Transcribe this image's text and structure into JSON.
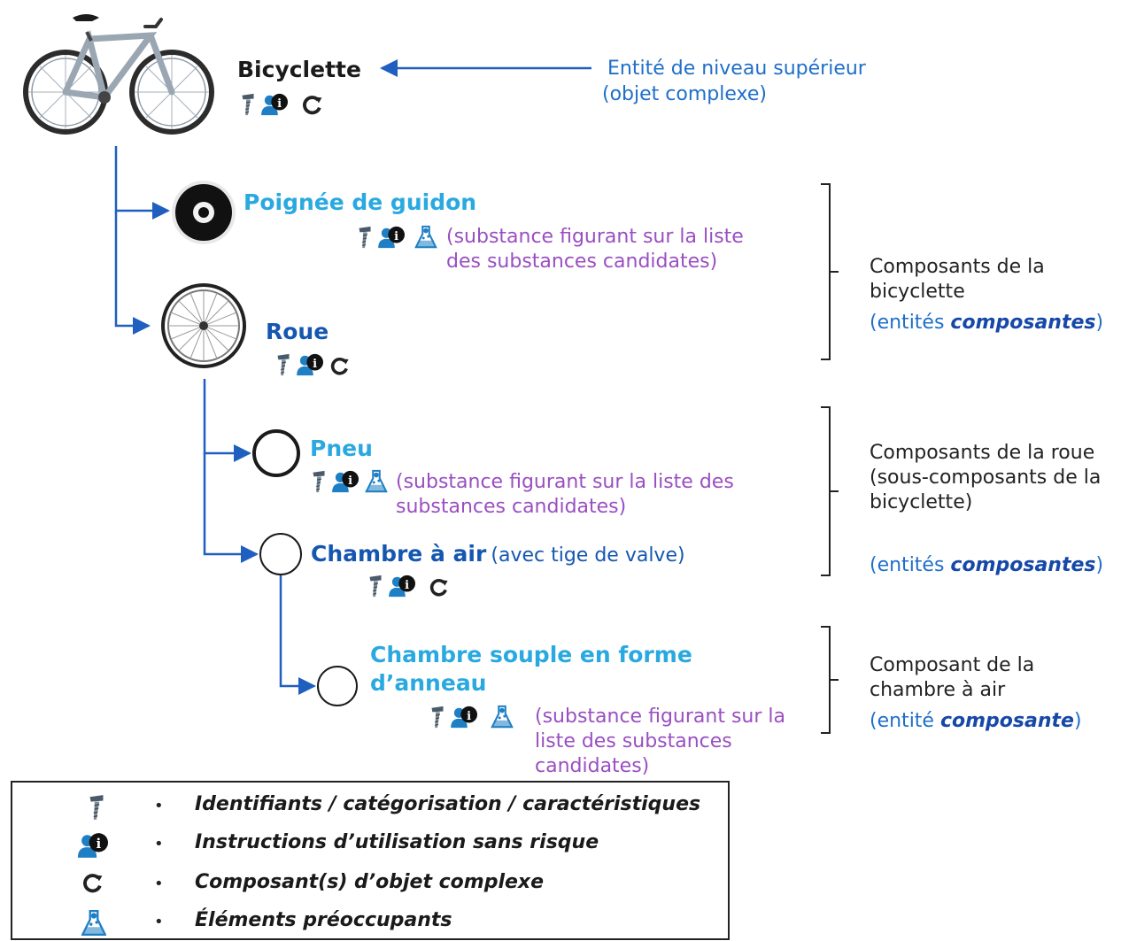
{
  "nodes": {
    "bicycle": {
      "title": "Bicyclette"
    },
    "grip": {
      "title": "Poignée de guidon",
      "note": "(substance figurant sur la liste des substances candidates)"
    },
    "wheel": {
      "title": "Roue"
    },
    "tyre": {
      "title": "Pneu",
      "note": "(substance figurant sur la liste des substances candidates)"
    },
    "tube": {
      "title": "Chambre à air",
      "title_suffix": "(avec tige de valve)"
    },
    "ring": {
      "title_line1": "Chambre souple en forme",
      "title_line2": "d’anneau",
      "note": "(substance figurant sur la liste des substances candidates)"
    }
  },
  "top_annotation": {
    "line1": "Entité de niveau supérieur",
    "line2": "(objet complexe)"
  },
  "groups": [
    {
      "text": "Composants de la bicyclette",
      "sub_prefix": "(entités ",
      "sub_emph": "composantes",
      "sub_suffix": ")"
    },
    {
      "text": "Composants de la roue (sous-composants de la bicyclette)",
      "sub_prefix": "(entités ",
      "sub_emph": "composantes",
      "sub_suffix": ")"
    },
    {
      "text": "Composant de la chambre à air",
      "sub_prefix": "(entité ",
      "sub_emph": "composante",
      "sub_suffix": ")"
    }
  ],
  "legend": [
    {
      "icon": "screw-icon",
      "bullet": "•",
      "label": "Identifiants / catégorisation / caractéristiques"
    },
    {
      "icon": "user-info-icon",
      "bullet": "•",
      "label": "Instructions d’utilisation sans risque"
    },
    {
      "icon": "component-icon",
      "bullet": "•",
      "label": "Composant(s) d’objet complexe"
    },
    {
      "icon": "flask-icon",
      "bullet": "•",
      "label": "Éléments préoccupants"
    }
  ],
  "colors": {
    "connector": "#1f5fbf",
    "title_dark": "#1a1a1a",
    "title_light": "#29a9e0",
    "title_mid": "#1557b0",
    "note_purple": "#9a4fc1",
    "note_blue": "#1f6fc9"
  }
}
